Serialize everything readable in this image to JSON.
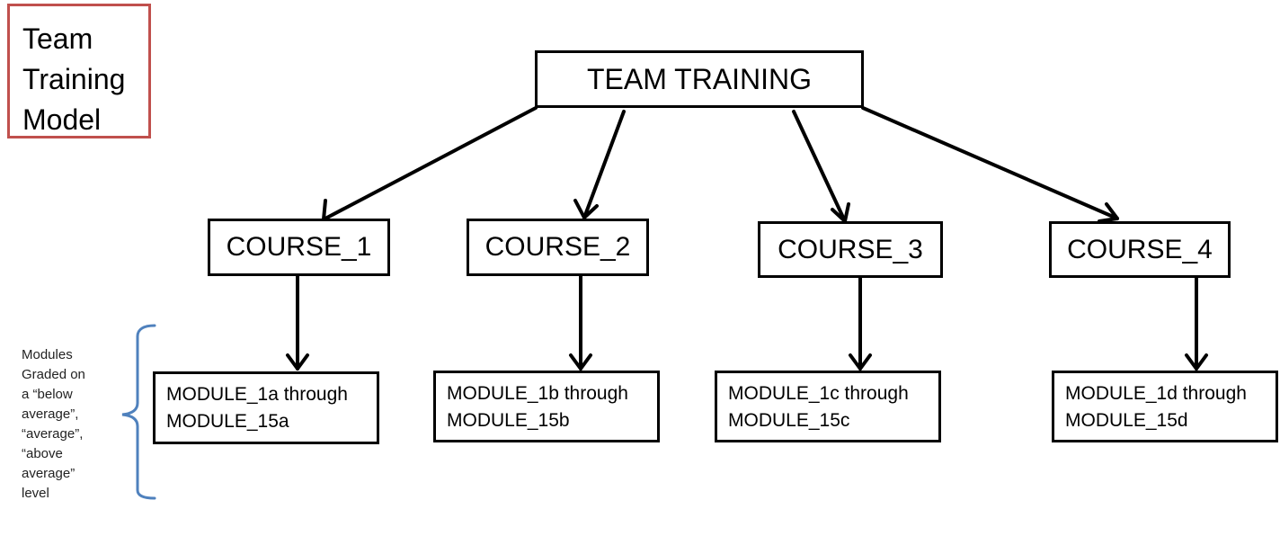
{
  "title_box": {
    "lines": [
      "Team",
      "Training",
      "Model"
    ],
    "border_color": "#c0504d"
  },
  "root": {
    "label": "TEAM TRAINING"
  },
  "courses": [
    {
      "label": "COURSE_1"
    },
    {
      "label": "COURSE_2"
    },
    {
      "label": "COURSE_3"
    },
    {
      "label": "COURSE_4"
    }
  ],
  "modules": [
    {
      "line1": "MODULE_1a through",
      "line2": "MODULE_15a"
    },
    {
      "line1": "MODULE_1b through",
      "line2": "MODULE_15b"
    },
    {
      "line1": "MODULE_1c through",
      "line2": "MODULE_15c"
    },
    {
      "line1": "MODULE_1d through",
      "line2": "MODULE_15d"
    }
  ],
  "side_note": {
    "lines": [
      "Modules",
      "Graded on",
      "a “below",
      "average”,",
      "“average”,",
      "“above",
      "average”",
      "level"
    ],
    "bracket_color": "#4f81bd"
  }
}
